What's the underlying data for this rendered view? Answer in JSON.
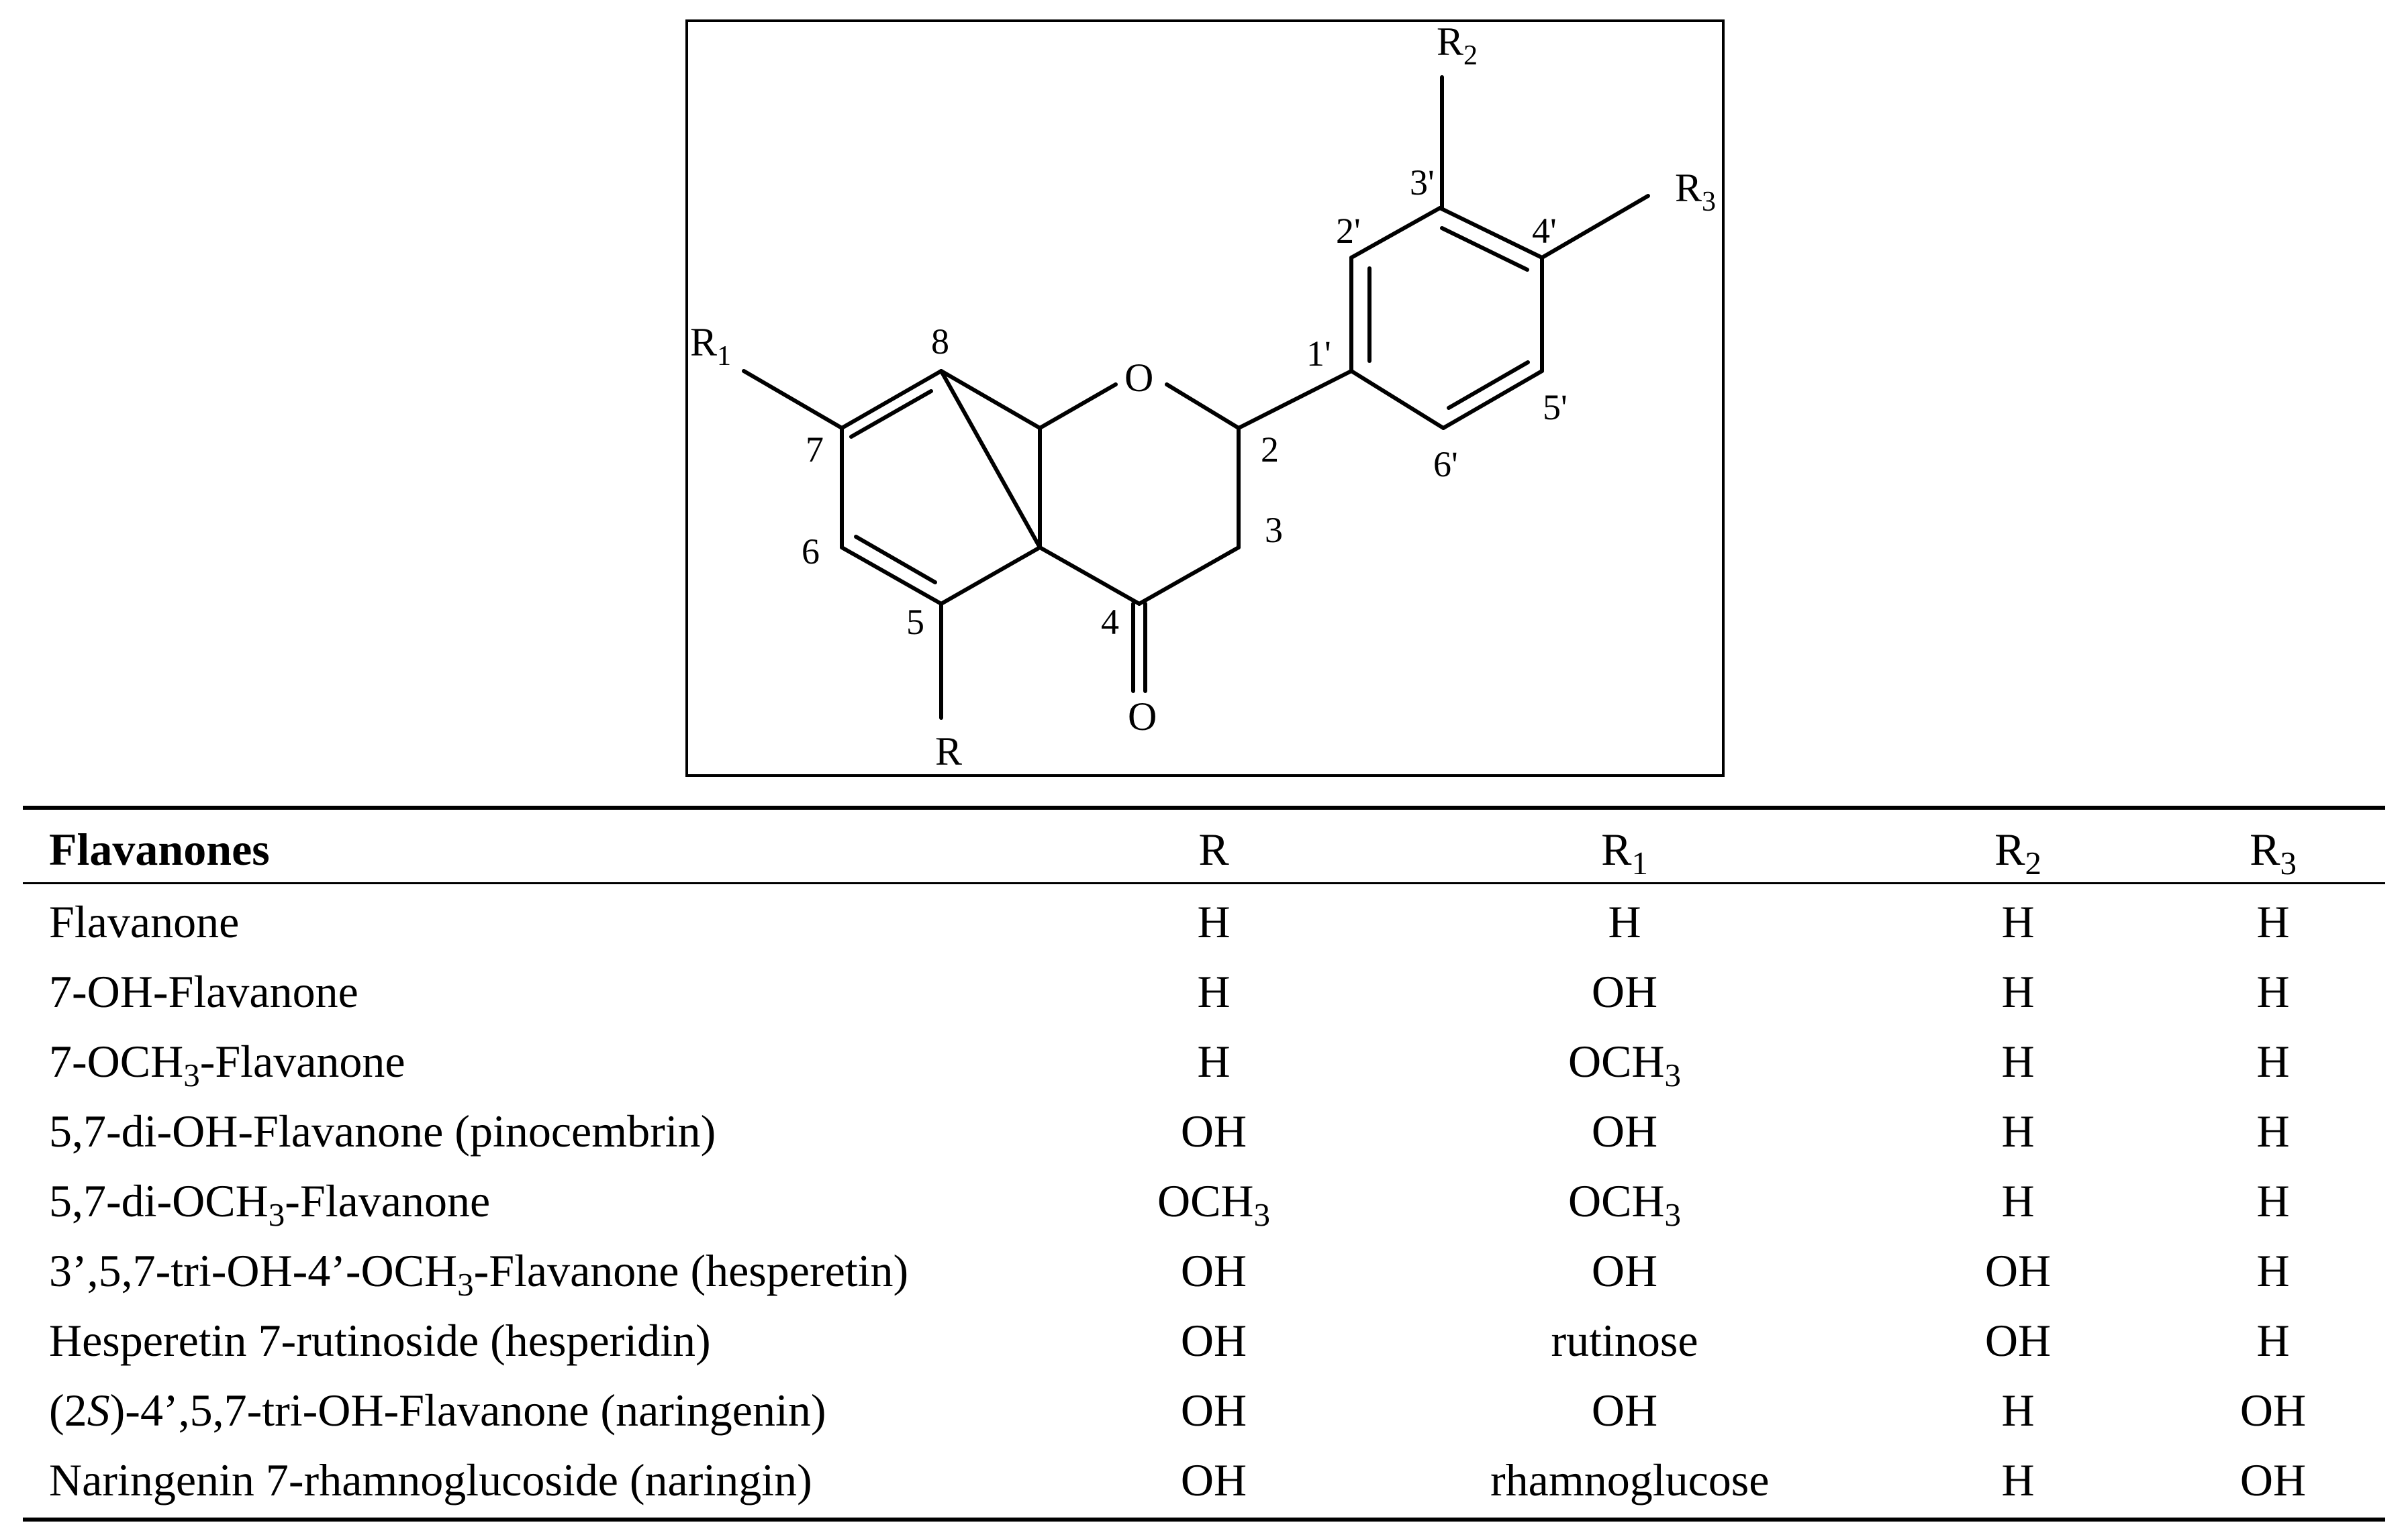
{
  "structure": {
    "labels": {
      "r2": [
        "R",
        "2"
      ],
      "r3": [
        "R",
        "3"
      ],
      "r1": [
        "R",
        "1"
      ],
      "r": "R",
      "oxygen_ring": "O",
      "oxygen_carbonyl": "O",
      "pos_2": "2",
      "pos_3": "3",
      "pos_4": "4",
      "pos_5": "5",
      "pos_6": "6",
      "pos_7": "7",
      "pos_8": "8",
      "pos_1p": "1'",
      "pos_2p": "2'",
      "pos_3p": "3'",
      "pos_4p": "4'",
      "pos_5p": "5'",
      "pos_6p": "6'"
    }
  },
  "table": {
    "headers": {
      "name": "Flavanones",
      "r": "R",
      "r1": [
        "R",
        "1"
      ],
      "r2": [
        "R",
        "2"
      ],
      "r3": [
        "R",
        "3"
      ]
    },
    "rows": [
      {
        "name": [
          "Flavanone"
        ],
        "r": [
          "H"
        ],
        "r1": [
          "H"
        ],
        "r2": [
          "H"
        ],
        "r3": [
          "H"
        ]
      },
      {
        "name": [
          "7-OH-Flavanone"
        ],
        "r": [
          "H"
        ],
        "r1": [
          "OH"
        ],
        "r2": [
          "H"
        ],
        "r3": [
          "H"
        ]
      },
      {
        "name": [
          "7-OCH",
          "3",
          "-Flavanone"
        ],
        "r": [
          "H"
        ],
        "r1": [
          "OCH",
          "3"
        ],
        "r2": [
          "H"
        ],
        "r3": [
          "H"
        ]
      },
      {
        "name": [
          "5,7-di-OH-Flavanone (pinocembrin)"
        ],
        "r": [
          "OH"
        ],
        "r1": [
          "OH"
        ],
        "r2": [
          "H"
        ],
        "r3": [
          "H"
        ]
      },
      {
        "name": [
          "5,7-di-OCH",
          "3",
          "-Flavanone"
        ],
        "r": [
          "OCH",
          "3"
        ],
        "r1": [
          "OCH",
          "3"
        ],
        "r2": [
          "H"
        ],
        "r3": [
          "H"
        ]
      },
      {
        "name": [
          "3’,5,7-tri-OH-4’-OCH",
          "3",
          "-Flavanone (hesperetin)"
        ],
        "r": [
          "OH"
        ],
        "r1": [
          "OH"
        ],
        "r2": [
          "OH"
        ],
        "r3": [
          "H"
        ]
      },
      {
        "name": [
          "Hesperetin 7-rutinoside (hesperidin)"
        ],
        "r": [
          "OH"
        ],
        "r1": [
          "rutinose"
        ],
        "r2": [
          "OH"
        ],
        "r3": [
          "H"
        ]
      },
      {
        "name": [
          "(2",
          "S",
          ")-4’,5,7-tri-OH-Flavanone (naringenin)"
        ],
        "name_italic_index": 1,
        "r": [
          "OH"
        ],
        "r1": [
          "OH"
        ],
        "r2": [
          "H"
        ],
        "r3": [
          "OH"
        ]
      },
      {
        "name": [
          "Naringenin 7-rhamnoglucoside (naringin)"
        ],
        "r": [
          "OH"
        ],
        "r1": [
          "rhamnoglucose"
        ],
        "r2": [
          "H"
        ],
        "r3": [
          "OH"
        ]
      }
    ]
  }
}
